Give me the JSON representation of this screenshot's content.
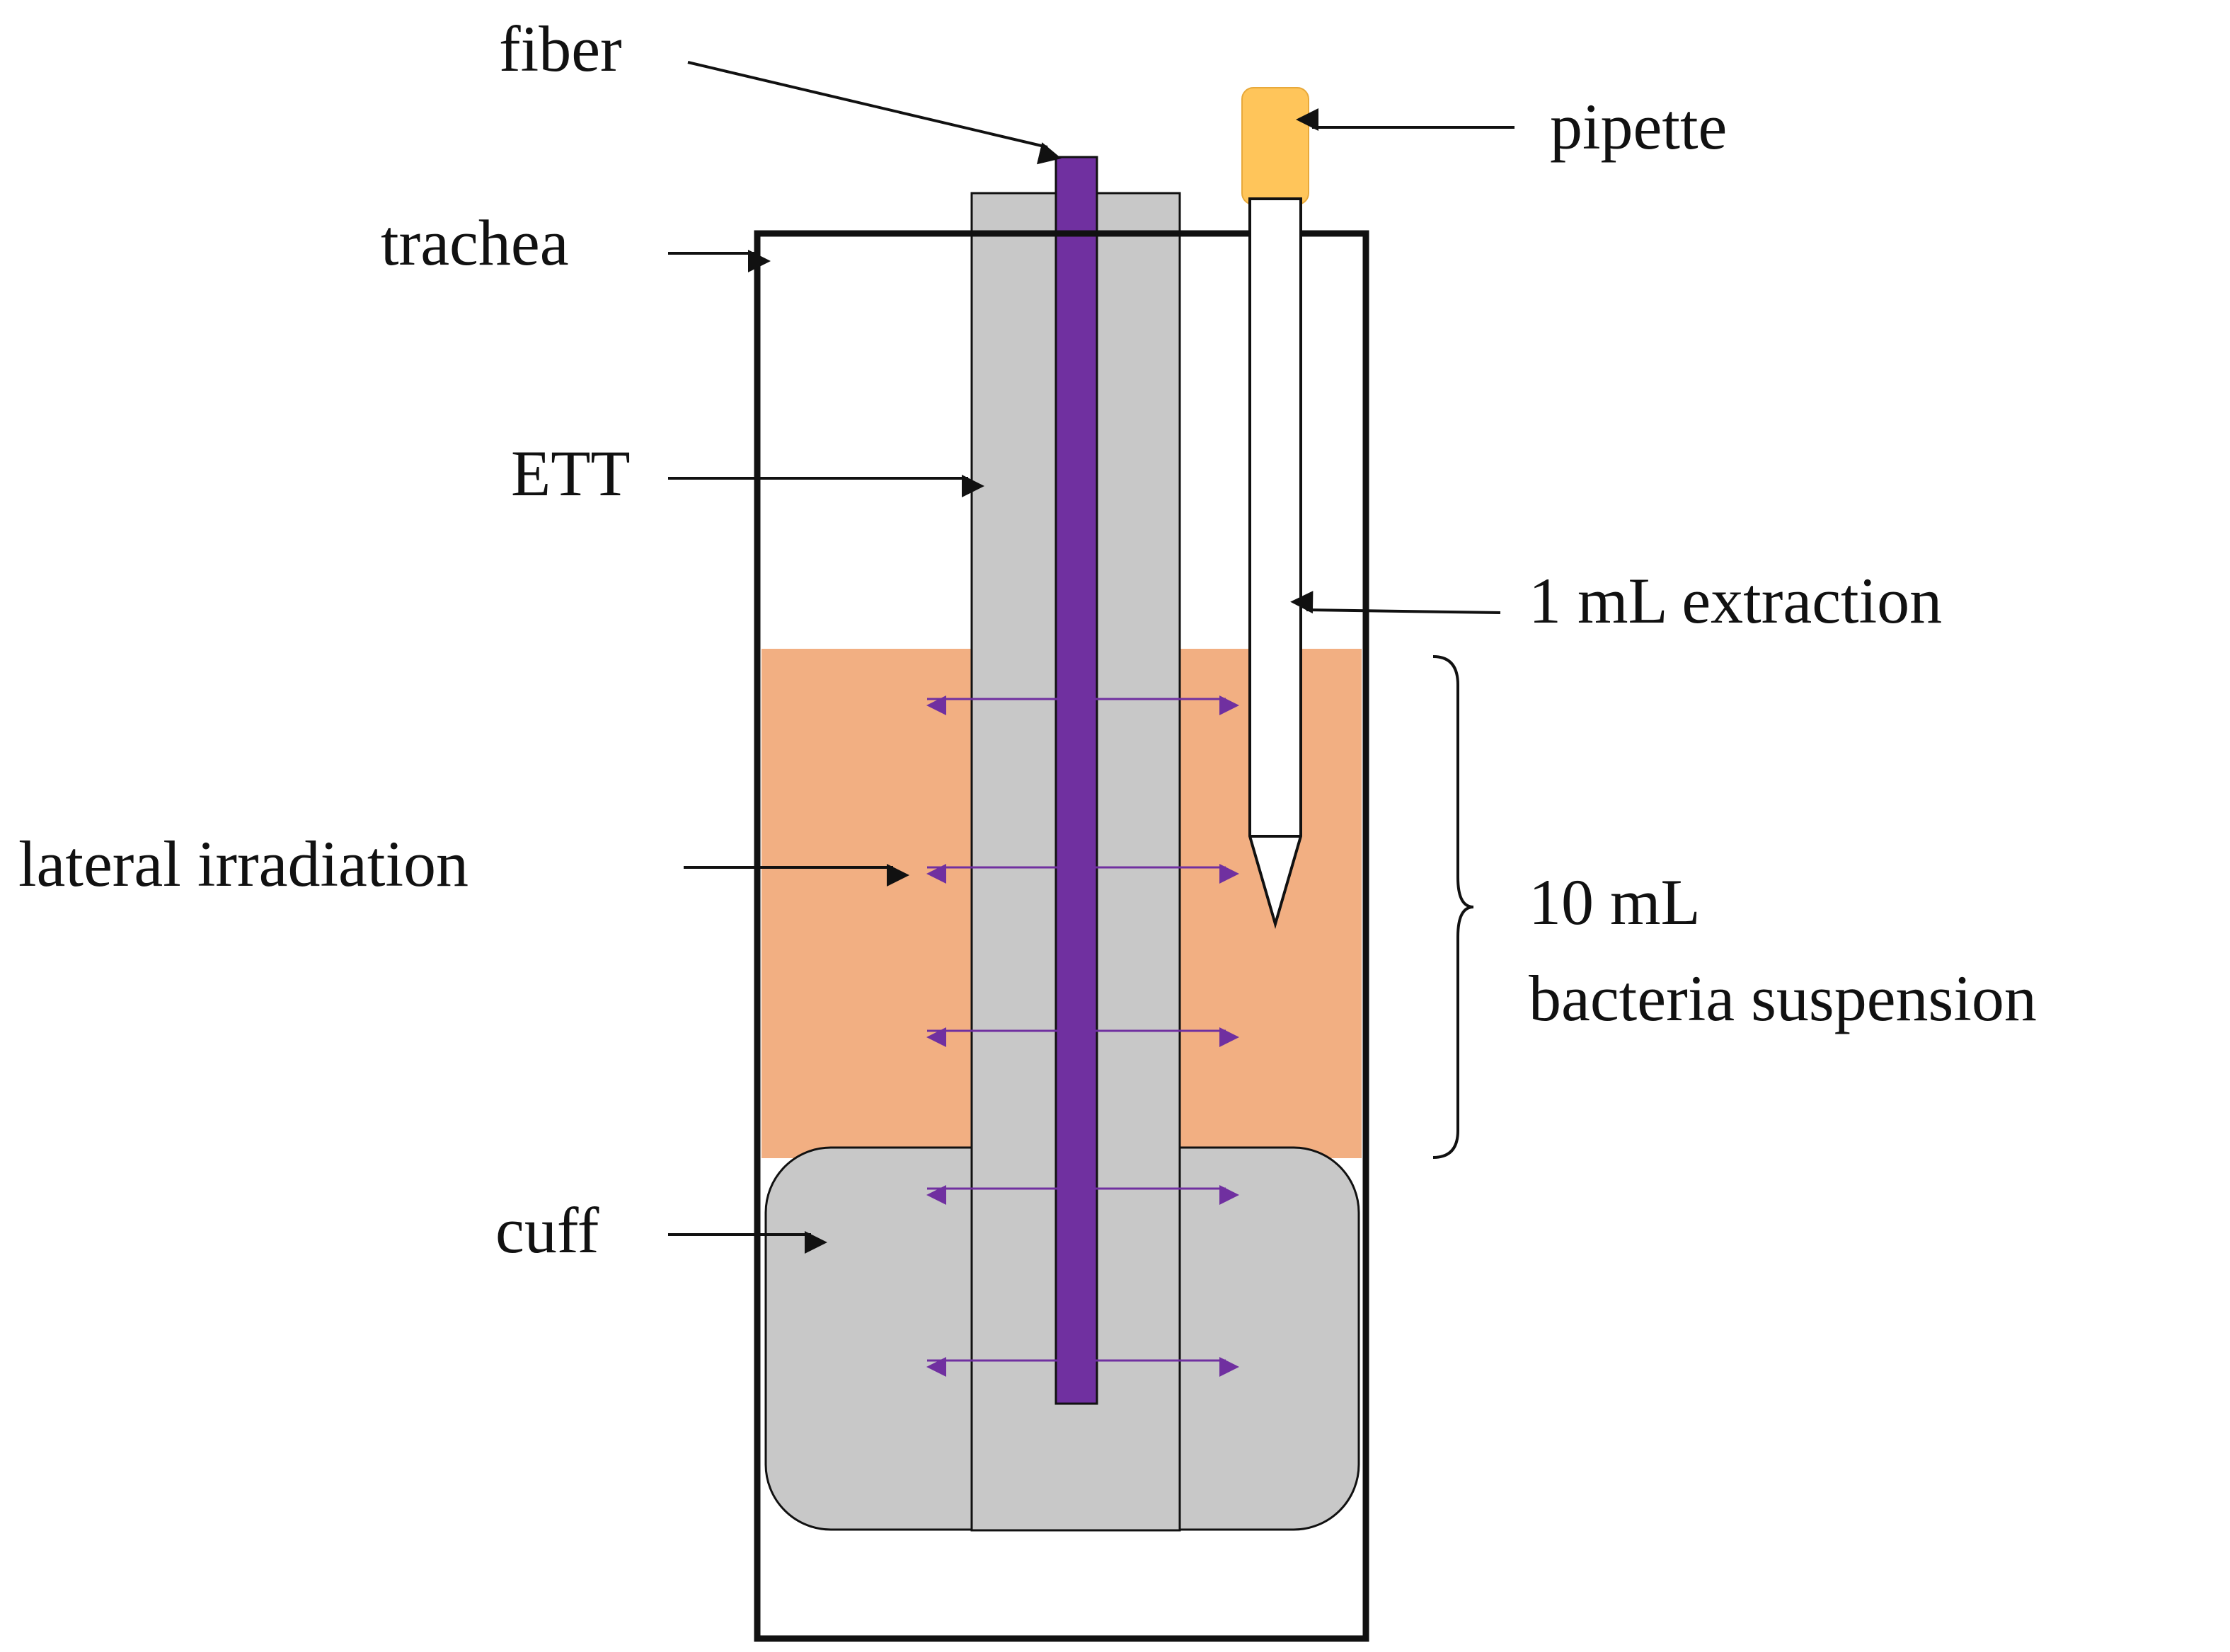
{
  "labels": {
    "fiber": "fiber",
    "pipette": "pipette",
    "trachea": "trachea",
    "ett": "ETT",
    "extraction": "1 mL extraction",
    "lateral": "lateral irradiation",
    "volume": "10 mL",
    "suspension": "bacteria suspension",
    "cuff": "cuff"
  },
  "colors": {
    "suspension": "#F2AF82",
    "tube_gray": "#C8C8C8",
    "fiber": "#7030A0",
    "pipette_tip": "#FFC55A",
    "outline": "#111111",
    "radiation_arrows": "#7030A0"
  },
  "icons": {
    "leader_arrow": "arrowhead",
    "irradiation_arrow": "double-headed-arrow",
    "brace": "right-curly-brace"
  }
}
